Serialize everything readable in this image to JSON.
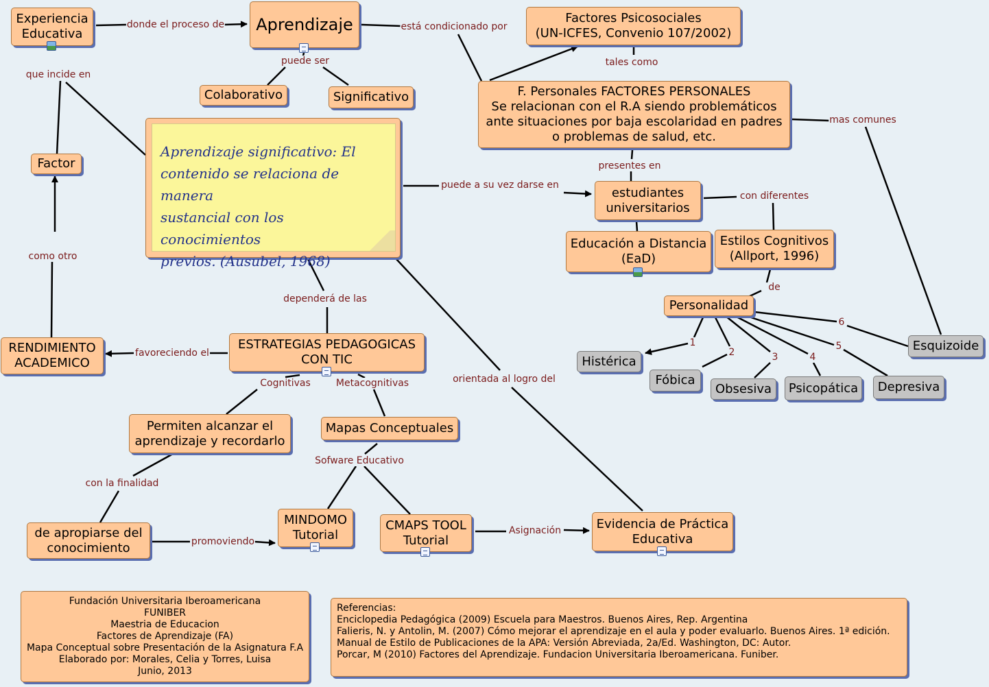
{
  "nodes": {
    "experiencia": "Experiencia Educativa",
    "aprendizaje": "Aprendizaje",
    "factores_psicosociales_1": "Factores Psicosociales",
    "factores_psicosociales_2": "(UN-ICFES, Convenio 107/2002)",
    "colaborativo": "Colaborativo",
    "significativo": "Significativo",
    "personales_1": "F. Personales FACTORES PERSONALES",
    "personales_2": "Se relacionan con el R.A siendo problemáticos",
    "personales_3": "ante situaciones por baja escolaridad en padres",
    "personales_4": "o problemas de salud, etc.",
    "factor": "Factor",
    "estudiantes_1": "estudiantes",
    "estudiantes_2": "universitarios",
    "ead_1": "Educación a Distancia",
    "ead_2": "(EaD)",
    "estilos_1": "Estilos Cognitivos",
    "estilos_2": "(Allport, 1996)",
    "personalidad": "Personalidad",
    "rendimiento_1": "RENDIMIENTO",
    "rendimiento_2": "ACADEMICO",
    "estrategias_1": "ESTRATEGIAS PEDAGOGICAS",
    "estrategias_2": "CON TIC",
    "esquizoide": "Esquizoide",
    "histerica": "Histérica",
    "fobica": "Fóbica",
    "obsesiva": "Obsesiva",
    "psicopatica": "Psicopática",
    "depresiva": "Depresiva",
    "permiten_1": "Permiten alcanzar el",
    "permiten_2": "aprendizaje y recordarlo",
    "mapas": "Mapas Conceptuales",
    "apropiarse_1": "de apropiarse del",
    "apropiarse_2": "conocimiento",
    "mindomo_1": "MINDOMO",
    "mindomo_2": "Tutorial",
    "cmaps_1": "CMAPS TOOL",
    "cmaps_2": "Tutorial",
    "evidencia_1": "Evidencia de Práctica",
    "evidencia_2": "Educativa"
  },
  "note": {
    "line1": "Aprendizaje significativo: El",
    "line2": "contenido se relaciona de manera",
    "line3": "sustancial con los conocimientos",
    "line4": "previos. (Ausubel, 1968)"
  },
  "links": {
    "donde": "donde el proceso de",
    "condicionado": "está condicionado por",
    "puede_ser": "puede ser",
    "tales_como": "tales como",
    "que_incide": "que incide en",
    "mas_comunes": "mas comunes",
    "presentes_en": "presentes en",
    "puede_darse": "puede a su vez darse en",
    "con_diferentes": "con diferentes",
    "como_otro": "como otro",
    "de": "de",
    "dependera": "dependerá de las",
    "favoreciendo": "favoreciendo el",
    "orientada": "orientada al logro del",
    "cognitivas": "Cognitivas",
    "metacognitivas": "Metacognitivas",
    "sofware": "Sofware Educativo",
    "con_finalidad": "con la finalidad",
    "promoviendo": "promoviendo",
    "asignacion": "Asignación",
    "n1": "1",
    "n2": "2",
    "n3": "3",
    "n4": "4",
    "n5": "5",
    "n6": "6"
  },
  "credits": [
    "Fundación Universitaria Iberoamericana",
    "FUNIBER",
    "Maestria de Educacion",
    "Factores de Aprendizaje (FA)",
    "Mapa Conceptual sobre Presentación de la Asignatura F.A",
    "Elaborado por: Morales, Celia y Torres, Luisa",
    "Junio, 2013"
  ],
  "references": [
    "Referencias:",
    "Enciclopedia Pedagógica (2009) Escuela para Maestros. Buenos Aires, Rep. Argentina",
    "Falieris, N. y Antolin, M. (2007) Cómo mejorar el aprendizaje en el aula y poder evaluarlo. Buenos Aires. 1ª edición.",
    "Manual de Estilo de Publicaciones de la APA: Versión Abreviada, 2a/Ed. Washington, DC: Autor.",
    "Porcar, M (2010) Factores del Aprendizaje. Fundacion Universitaria Iberoamericana. Funiber."
  ],
  "colors": {
    "node_fill": "#ffc898",
    "gray_node_fill": "#c4c4c4",
    "link_text": "#7a1a1a",
    "background": "#e8f0f5",
    "shadow": "#5a6eb0"
  },
  "icons": [
    "image-icon",
    "document-icon"
  ]
}
